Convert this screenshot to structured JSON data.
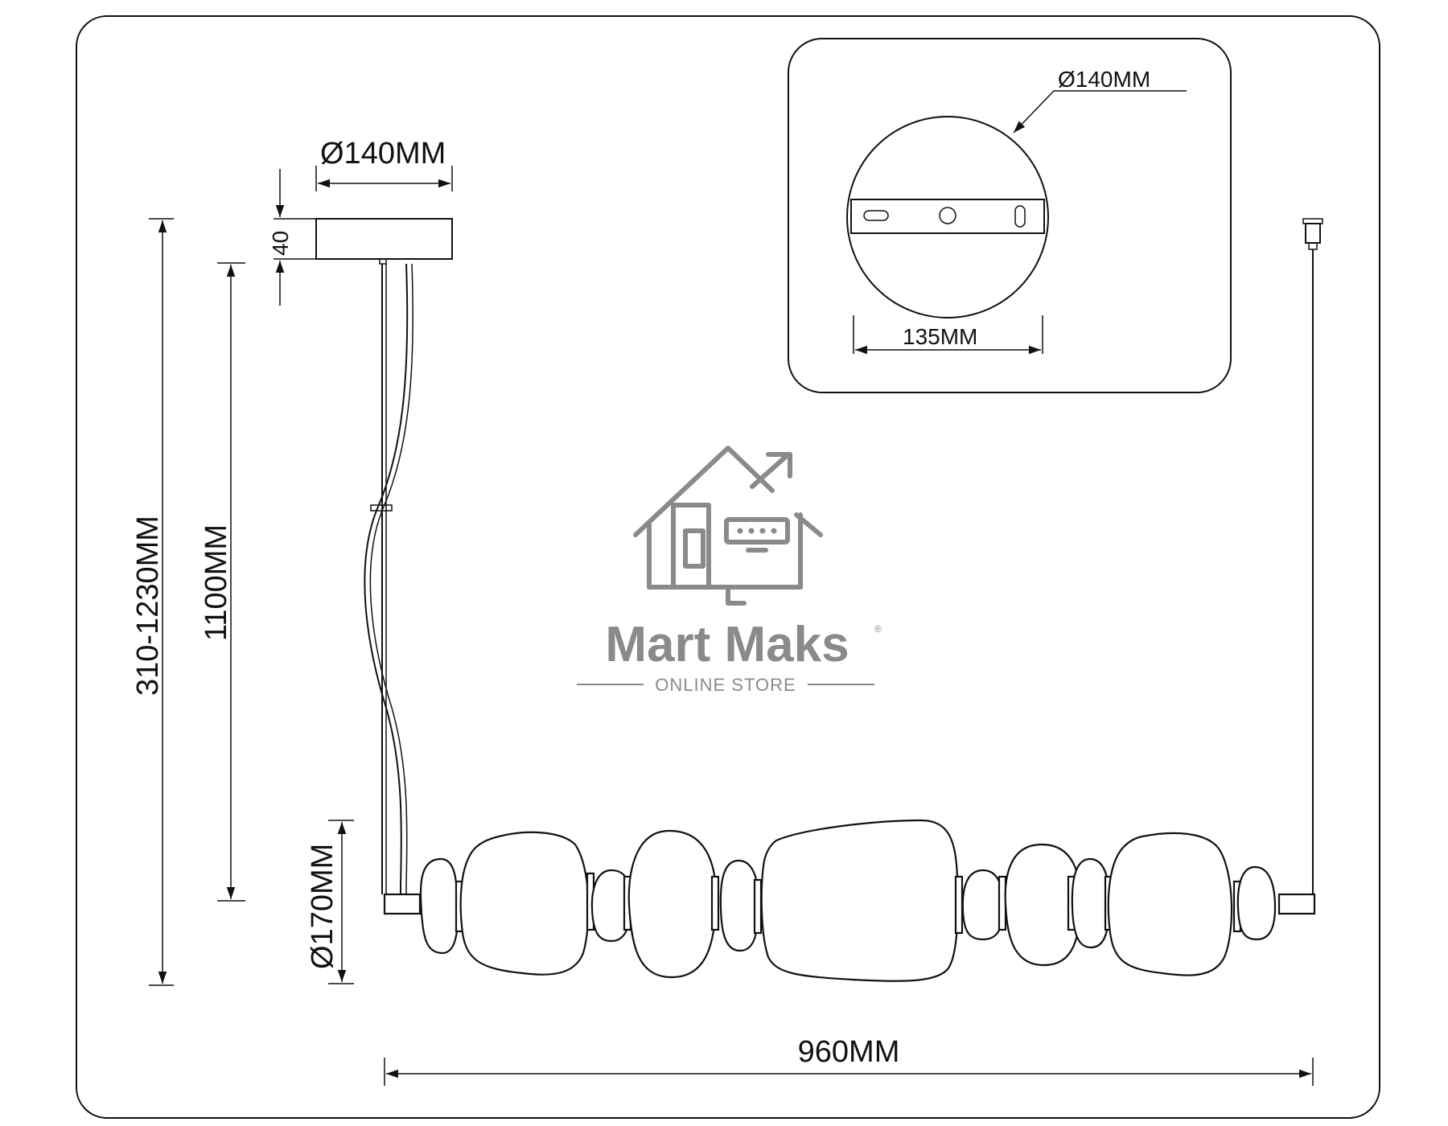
{
  "dimensions": {
    "canopy_diameter": "Ø140MM",
    "canopy_height": "40",
    "total_height": "310-1230MM",
    "cable_length": "1100MM",
    "shade_diameter": "Ø170MM",
    "total_width": "960MM",
    "plate_diameter": "Ø140MM",
    "plate_width": "135MM"
  },
  "watermark": {
    "brand": "Mart Maks",
    "registered": "®",
    "tagline": "ONLINE STORE"
  },
  "colors": {
    "line": "#111111",
    "watermark": "#8a8a8a",
    "background": "#ffffff"
  }
}
